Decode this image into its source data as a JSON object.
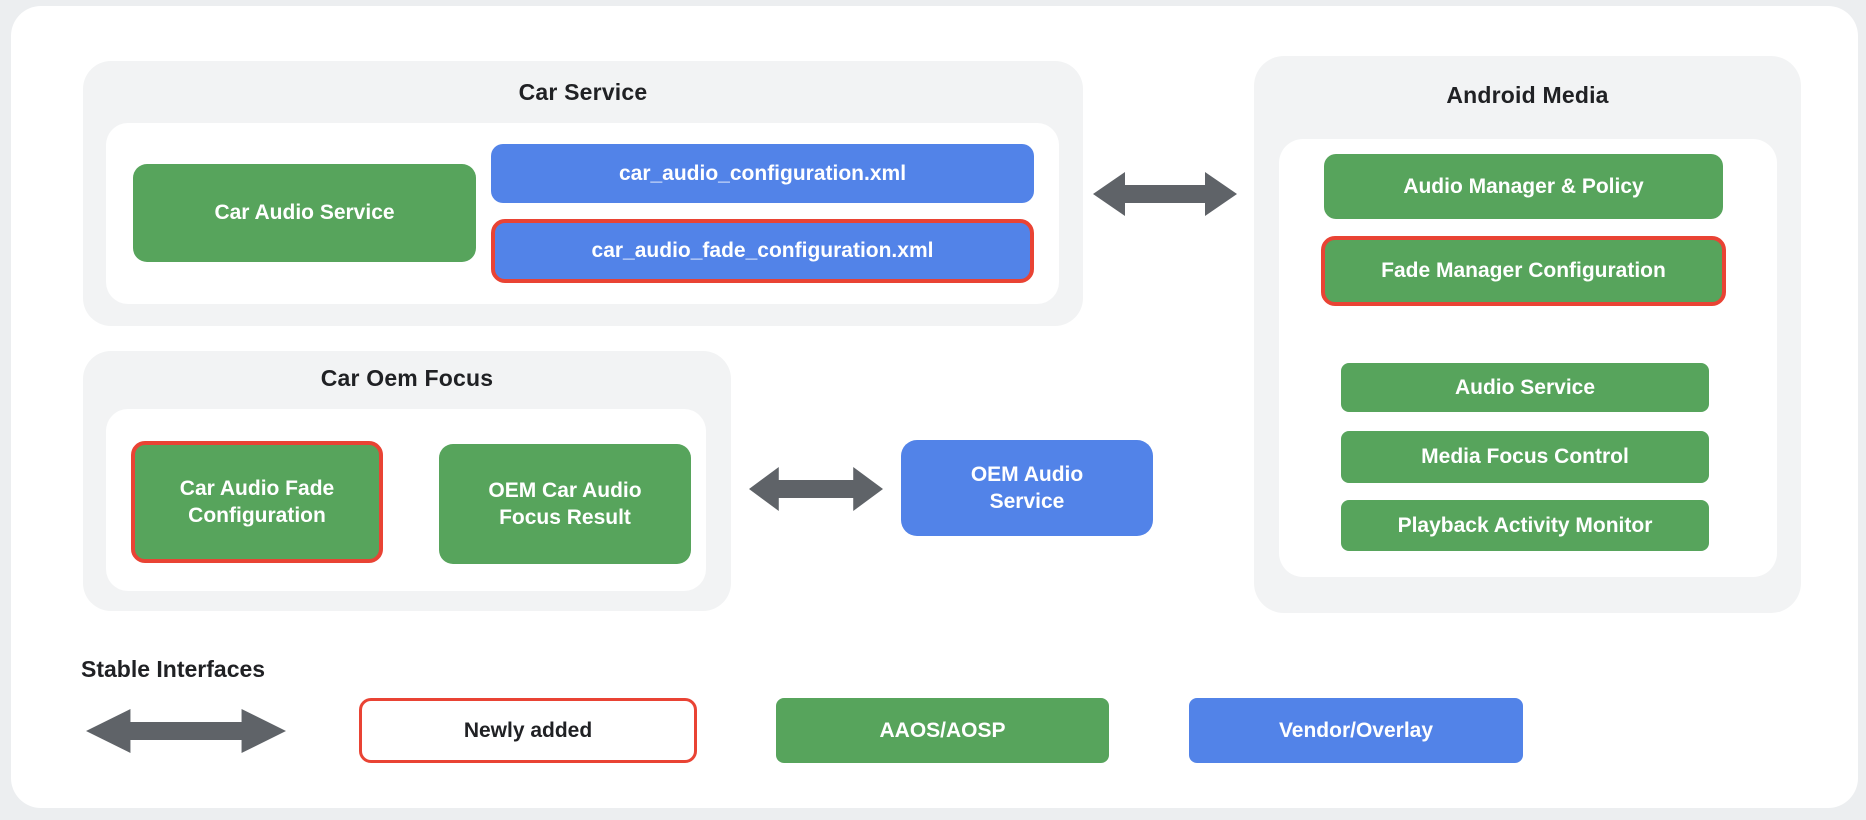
{
  "colors": {
    "page_background": "#eceef0",
    "card_background": "#ffffff",
    "group_background": "#f2f3f4",
    "aaos_green": "#57a45c",
    "vendor_blue": "#5283e8",
    "newly_added_red_outline": "#e94334",
    "arrow_gray": "#5f6368",
    "title_text": "#202124"
  },
  "icons": {
    "bidirectional_arrow": "double-headed-horizontal-arrow"
  },
  "sections": {
    "car_service": {
      "title": "Car Service",
      "boxes": {
        "car_audio_service": "Car Audio Service",
        "config_xml": "car_audio_configuration.xml",
        "fade_config_xml": "car_audio_fade_configuration.xml"
      }
    },
    "android_media": {
      "title": "Android Media",
      "boxes": {
        "audio_manager_policy": "Audio Manager & Policy",
        "fade_manager_configuration": "Fade Manager Configuration",
        "audio_service": "Audio Service",
        "media_focus_control": "Media Focus Control",
        "playback_activity_monitor": "Playback Activity Monitor"
      }
    },
    "car_oem_focus": {
      "title": "Car Oem Focus",
      "boxes": {
        "car_audio_fade_configuration": "Car Audio Fade Configuration",
        "oem_car_audio_focus_result": "OEM Car Audio Focus Result"
      }
    },
    "oem_audio_service": {
      "label": "OEM Audio Service"
    }
  },
  "legend": {
    "stable_interfaces_label": "Stable Interfaces",
    "newly_added": "Newly added",
    "aaos_aosp": "AAOS/AOSP",
    "vendor_overlay": "Vendor/Overlay"
  }
}
